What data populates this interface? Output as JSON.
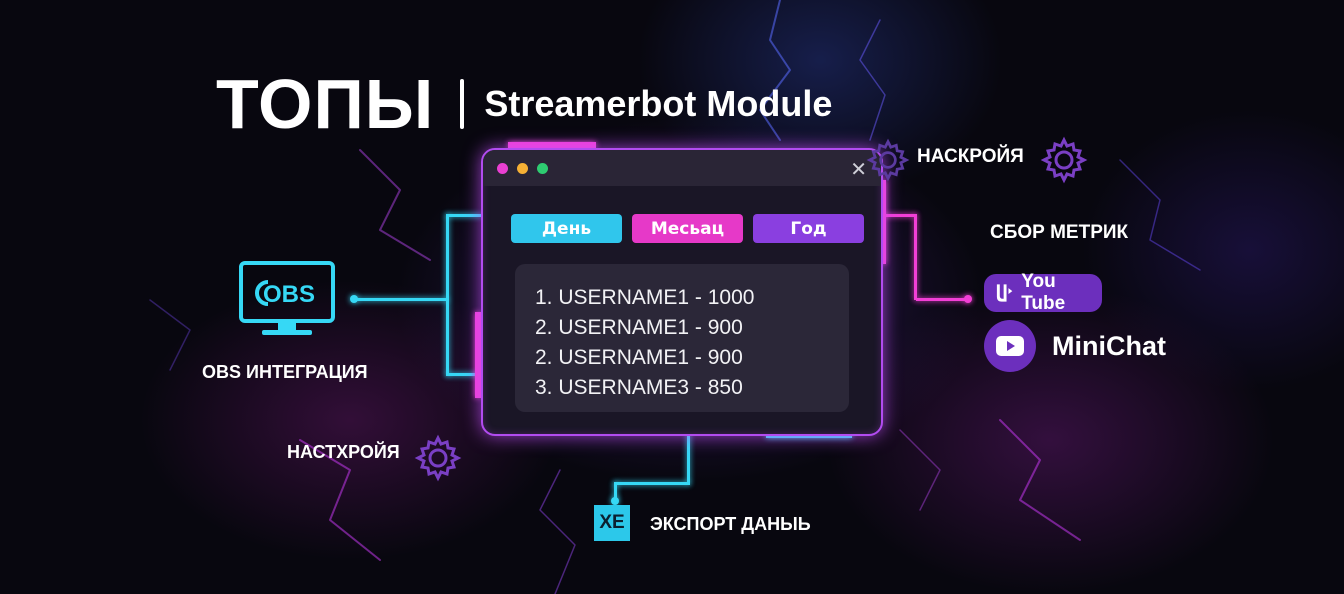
{
  "title": {
    "main": "ТОПЫ",
    "sub": "Streamerbot Module"
  },
  "window": {
    "tabs": [
      {
        "label": "День"
      },
      {
        "label": "Месьац"
      },
      {
        "label": "Год"
      }
    ],
    "leaderboard": [
      {
        "text": "1.  USERNAME1  - 1000"
      },
      {
        "text": "2.  USERNAME1  - 900"
      },
      {
        "text": "2.  USERNAME1  - 900"
      },
      {
        "text": "3.  USERNAME3  - 850"
      }
    ],
    "close_icon": "close-icon"
  },
  "left": {
    "obs_icon_text": "OBS",
    "obs_label": "OBS ИНТЕГРАЦИЯ",
    "settings_label": "НАСТХРОЙЯ"
  },
  "right": {
    "settings_label": "НАСКРОЙЯ",
    "metrics_label": "СБОР МЕТРИК",
    "youtube_label": "You Tube",
    "minichat_label": "MiniChat"
  },
  "bottom": {
    "export_icon_text": "XE",
    "export_label": "ЭКСПОРТ ДАНЫЬ"
  },
  "colors": {
    "cyan": "#36d8f5",
    "pink": "#f23fd6",
    "purple": "#8a3fe0",
    "background": "#08070f"
  }
}
